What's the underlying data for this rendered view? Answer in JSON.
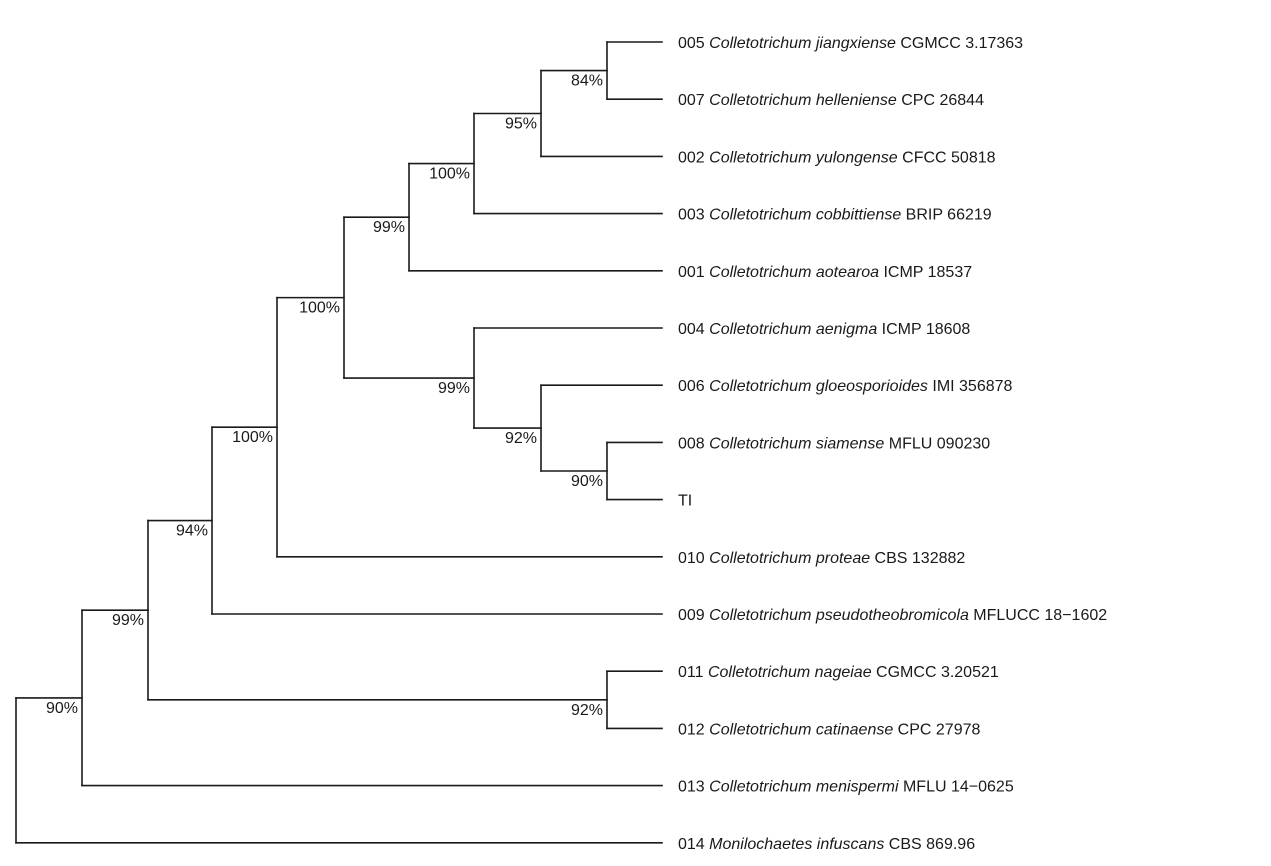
{
  "tree": {
    "leaves": [
      {
        "id": "005",
        "species": "Colletotrichum jiangxiense",
        "strain": "CGMCC 3.17363"
      },
      {
        "id": "007",
        "species": "Colletotrichum helleniense",
        "strain": "CPC 26844"
      },
      {
        "id": "002",
        "species": "Colletotrichum yulongense",
        "strain": "CFCC 50818"
      },
      {
        "id": "003",
        "species": "Colletotrichum cobbittiense",
        "strain": "BRIP 66219"
      },
      {
        "id": "001",
        "species": "Colletotrichum aotearoa",
        "strain": "ICMP 18537"
      },
      {
        "id": "004",
        "species": "Colletotrichum aenigma",
        "strain": "ICMP 18608"
      },
      {
        "id": "006",
        "species": "Colletotrichum gloeosporioides",
        "strain": "IMI 356878"
      },
      {
        "id": "008",
        "species": "Colletotrichum siamense",
        "strain": "MFLU 090230"
      },
      {
        "id": "",
        "species": "",
        "strain": "TI"
      },
      {
        "id": "010",
        "species": "Colletotrichum proteae",
        "strain": "CBS 132882"
      },
      {
        "id": "009",
        "species": "Colletotrichum pseudotheobromicola",
        "strain": "MFLUCC 18−1602"
      },
      {
        "id": "011",
        "species": "Colletotrichum nageiae",
        "strain": "CGMCC 3.20521"
      },
      {
        "id": "012",
        "species": "Colletotrichum catinaense",
        "strain": "CPC 27978"
      },
      {
        "id": "013",
        "species": "Colletotrichum menispermi",
        "strain": "MFLU 14−0625"
      },
      {
        "id": "014",
        "species": "Monilochaetes infuscans",
        "strain": "CBS 869.96"
      }
    ],
    "clades": [
      {
        "name": "n1",
        "children": [
          "L0",
          "L1"
        ],
        "support": "84%"
      },
      {
        "name": "n2",
        "children": [
          "n1",
          "L2"
        ],
        "support": "95%"
      },
      {
        "name": "n3",
        "children": [
          "n2",
          "L3"
        ],
        "support": "100%"
      },
      {
        "name": "n4",
        "children": [
          "n3",
          "L4"
        ],
        "support": "99%"
      },
      {
        "name": "n5",
        "children": [
          "L7",
          "L8"
        ],
        "support": "90%"
      },
      {
        "name": "n6",
        "children": [
          "L6",
          "n5"
        ],
        "support": "92%"
      },
      {
        "name": "n7",
        "children": [
          "L5",
          "n6"
        ],
        "support": "99%"
      },
      {
        "name": "n8",
        "children": [
          "n4",
          "n7"
        ],
        "support": "100%"
      },
      {
        "name": "n9",
        "children": [
          "n8",
          "L9"
        ],
        "support": "100%"
      },
      {
        "name": "n10",
        "children": [
          "n9",
          "L10"
        ],
        "support": "94%"
      },
      {
        "name": "n11",
        "children": [
          "L11",
          "L12"
        ],
        "support": "92%"
      },
      {
        "name": "n12",
        "children": [
          "n10",
          "n11"
        ],
        "support": "99%"
      },
      {
        "name": "n13",
        "children": [
          "n12",
          "L13"
        ],
        "support": "90%"
      },
      {
        "name": "root",
        "children": [
          "n13",
          "L14"
        ],
        "support": ""
      }
    ]
  }
}
